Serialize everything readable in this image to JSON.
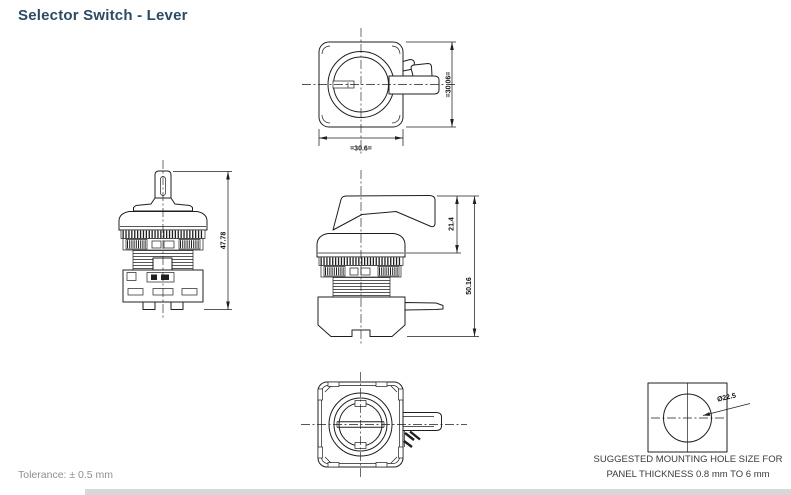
{
  "title": "Selector Switch - Lever",
  "tolerance": "Tolerance: ± 0.5 mm",
  "dims": {
    "top_width": "=30.6=",
    "top_height": "=30.06=",
    "front_height": "47.78",
    "side_lever": "21.4",
    "side_overall": "50.16",
    "hole_diameter": "Ø22.5"
  },
  "notes": {
    "mounting_line1": "SUGGESTED MOUNTING HOLE SIZE FOR",
    "mounting_line2": "PANEL THICKNESS 0.8 mm TO 6 mm"
  },
  "colors": {
    "title": "#2b4a66",
    "drawing_line": "#1f1f1f",
    "tolerance_text": "#8f8f8f",
    "bottom_bar": "#d8d8d8"
  }
}
